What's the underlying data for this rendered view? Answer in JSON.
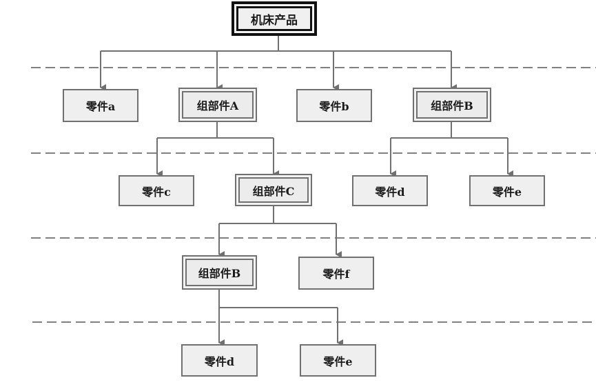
{
  "diagram": {
    "type": "bill-of-materials-tree",
    "root": {
      "id": "root",
      "label": "机床产品",
      "kind": "root"
    },
    "nodes": [
      {
        "id": "part-a",
        "label": "零件a",
        "kind": "part",
        "parent": "root",
        "level": 1
      },
      {
        "id": "asm-A",
        "label": "组部件A",
        "kind": "assembly",
        "parent": "root",
        "level": 1
      },
      {
        "id": "part-b",
        "label": "零件b",
        "kind": "part",
        "parent": "root",
        "level": 1
      },
      {
        "id": "asm-B1",
        "label": "组部件B",
        "kind": "assembly",
        "parent": "root",
        "level": 1
      },
      {
        "id": "part-c",
        "label": "零件c",
        "kind": "part",
        "parent": "asm-A",
        "level": 2
      },
      {
        "id": "asm-C",
        "label": "组部件C",
        "kind": "assembly",
        "parent": "asm-A",
        "level": 2
      },
      {
        "id": "part-d1",
        "label": "零件d",
        "kind": "part",
        "parent": "asm-B1",
        "level": 2
      },
      {
        "id": "part-e1",
        "label": "零件e",
        "kind": "part",
        "parent": "asm-B1",
        "level": 2
      },
      {
        "id": "asm-B2",
        "label": "组部件B",
        "kind": "assembly",
        "parent": "asm-C",
        "level": 3
      },
      {
        "id": "part-f",
        "label": "零件f",
        "kind": "part",
        "parent": "asm-C",
        "level": 3
      },
      {
        "id": "part-d2",
        "label": "零件d",
        "kind": "part",
        "parent": "asm-B2",
        "level": 4
      },
      {
        "id": "part-e2",
        "label": "零件e",
        "kind": "part",
        "parent": "asm-B2",
        "level": 4
      }
    ],
    "level_separators": 4,
    "colors": {
      "line": "#707070",
      "root_border": "#111111",
      "box_fill": "#efefef",
      "text": "#1a1a1a"
    }
  }
}
